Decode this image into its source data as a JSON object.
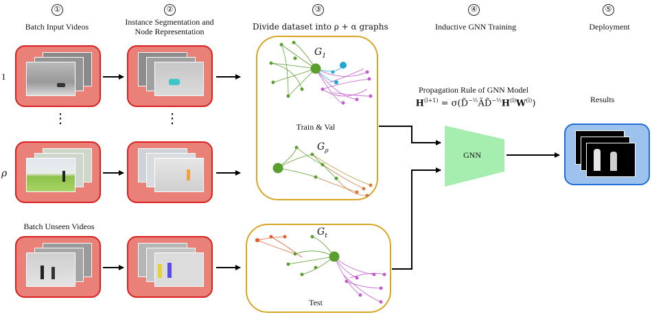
{
  "steps": [
    {
      "num": "①",
      "label": "Batch Input Videos"
    },
    {
      "num": "②",
      "label": "Instance Segmentation and Node Representation"
    },
    {
      "num": "③",
      "label": "Divide dataset into ρ + α graphs"
    },
    {
      "num": "④",
      "label": "Inductive GNN Training"
    },
    {
      "num": "⑤",
      "label": "Deployment"
    }
  ],
  "row_labels": {
    "first": "1",
    "rho": "ρ",
    "dots": "⋮"
  },
  "unseen_label": "Batch Unseen Videos",
  "graphs": {
    "g1": "G",
    "g1_sub": "1",
    "grho": "G",
    "grho_sub": "ρ",
    "gt": "G",
    "gt_sub": "t",
    "train_val": "Train & Val",
    "test": "Test"
  },
  "gnn": {
    "label": "GNN",
    "rule_title": "Propagation Rule of GNN Model",
    "formula_lhs": "H",
    "formula_lhs_sup": "(l+1)",
    "formula_rhs": "= σ(D̃",
    "formula_rhs_2": "ÃD̃",
    "formula_rhs_3": "H",
    "formula_rhs_3_sup": "(l)",
    "formula_rhs_4": "W",
    "formula_rhs_4_sup": "(l)",
    "formula_close": ")",
    "half_exp": "−½"
  },
  "results_label": "Results",
  "colors": {
    "panel_fill": "#e98178",
    "panel_border": "#d91f1f",
    "graph_border": "#d8a521",
    "gnn_fill": "#a6eeb0",
    "result_fill": "#9ec2ee",
    "result_border": "#1f6fd6",
    "green": "#5a9e2e",
    "magenta": "#c25bd0",
    "cyan": "#1ea7d6",
    "orange": "#e2592b"
  }
}
